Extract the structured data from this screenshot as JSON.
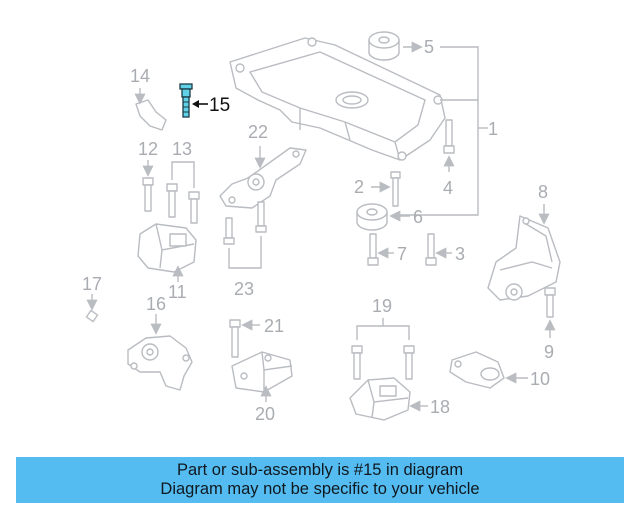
{
  "banner": {
    "line1": "Part or sub-assembly is #15 in diagram",
    "line2": "Diagram may not be specific to your vehicle",
    "color": "#54bcf0"
  },
  "callouts": {
    "c1": "1",
    "c2": "2",
    "c3": "3",
    "c4": "4",
    "c5": "5",
    "c6": "6",
    "c7": "7",
    "c8": "8",
    "c9": "9",
    "c10": "10",
    "c11": "11",
    "c12": "12",
    "c13": "13",
    "c14": "14",
    "c15": "15",
    "c16": "16",
    "c17": "17",
    "c18": "18",
    "c19": "19",
    "c20": "20",
    "c21": "21",
    "c22": "22",
    "c23": "23"
  },
  "highlight": {
    "part": "15",
    "color": "#5fd2e8"
  }
}
